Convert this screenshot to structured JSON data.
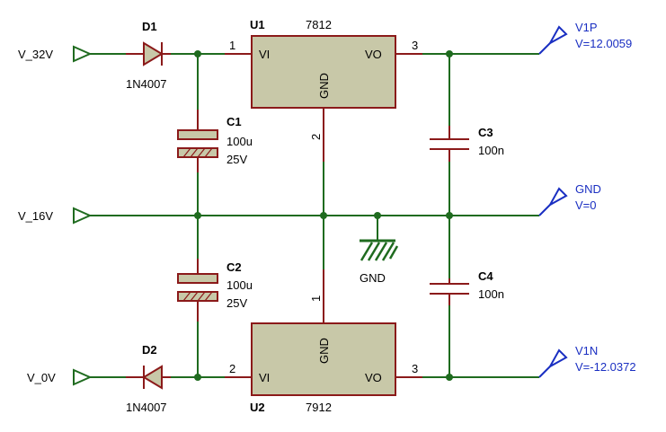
{
  "inputs": {
    "v32": "V_32V",
    "v16": "V_16V",
    "v0": "V_0V"
  },
  "diodes": {
    "d1": {
      "ref": "D1",
      "value": "1N4007"
    },
    "d2": {
      "ref": "D2",
      "value": "1N4007"
    }
  },
  "capacitors": {
    "c1": {
      "ref": "C1",
      "value": "100u",
      "voltage": "25V"
    },
    "c2": {
      "ref": "C2",
      "value": "100u",
      "voltage": "25V"
    },
    "c3": {
      "ref": "C3",
      "value": "100n"
    },
    "c4": {
      "ref": "C4",
      "value": "100n"
    }
  },
  "regulators": {
    "u1": {
      "ref": "U1",
      "part": "7812",
      "pin_vi": "VI",
      "pin_vo": "VO",
      "pin_gnd": "GND",
      "pin1": "1",
      "pin2": "2",
      "pin3": "3"
    },
    "u2": {
      "ref": "U2",
      "part": "7912",
      "pin_vi": "VI",
      "pin_vo": "VO",
      "pin_gnd": "GND",
      "pin1": "1",
      "pin2": "2",
      "pin3": "3"
    }
  },
  "ground": {
    "label": "GND"
  },
  "probes": {
    "v1p": {
      "name": "V1P",
      "reading": "V=12.0059"
    },
    "gnd": {
      "name": "GND",
      "reading": "V=0"
    },
    "v1n": {
      "name": "V1N",
      "reading": "V=-12.0372"
    }
  },
  "colors": {
    "wire": "#1f6b1f",
    "component_outline": "#8b1a1a",
    "component_fill": "#c8c8a8",
    "probe": "#1a2fc2"
  }
}
